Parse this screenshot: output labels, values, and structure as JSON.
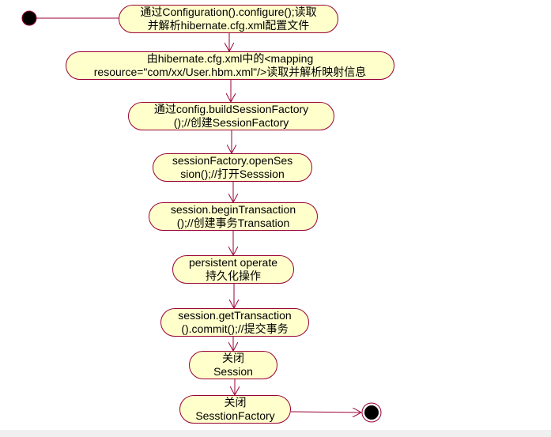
{
  "colors": {
    "stroke": "#990033",
    "fill": "#ffffcc"
  },
  "nodes": [
    {
      "line1": "通过Configuration().configure();读取",
      "line2": "并解析hibernate.cfg.xml配置文件"
    },
    {
      "line1": "由hibernate.cfg.xml中的<mapping",
      "line2": "resource=\"com/xx/User.hbm.xml\"/>读取并解析映射信息"
    },
    {
      "line1": "通过config.buildSessionFactory",
      "line2": "();//创建SessionFactory"
    },
    {
      "line1": "sessionFactory.openSes",
      "line2": "sion();//打开Sesssion"
    },
    {
      "line1": "session.beginTransaction",
      "line2": "();//创建事务Transation"
    },
    {
      "line1": "persistent operate",
      "line2": "持久化操作"
    },
    {
      "line1": "session.getTransaction",
      "line2": "().commit();//提交事务"
    },
    {
      "line1": "关闭",
      "line2": "Session"
    },
    {
      "line1": "关闭",
      "line2": "SesstionFactory"
    }
  ]
}
